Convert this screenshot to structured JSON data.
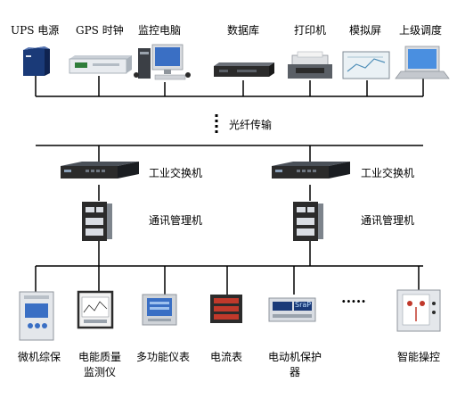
{
  "top_devices": [
    {
      "label": "UPS 电源"
    },
    {
      "label": "GPS 时钟"
    },
    {
      "label": "监控电脑"
    },
    {
      "label": "数据库"
    },
    {
      "label": "打印机"
    },
    {
      "label": "模拟屏"
    },
    {
      "label": "上级调度"
    }
  ],
  "transmission_label": "光纤传输",
  "switches": [
    {
      "label": "工业交换机"
    },
    {
      "label": "工业交换机"
    }
  ],
  "comm_managers": [
    {
      "label": "通讯管理机"
    },
    {
      "label": "通讯管理机"
    }
  ],
  "bottom_devices": [
    {
      "label_lines": [
        "微机综保"
      ]
    },
    {
      "label_lines": [
        "电能质量",
        "监测仪"
      ]
    },
    {
      "label_lines": [
        "多功能仪表"
      ]
    },
    {
      "label_lines": [
        "电流表"
      ]
    },
    {
      "label_lines": [
        "电动机保护",
        "器"
      ]
    },
    {
      "label_lines": [
        "智能操控"
      ]
    }
  ],
  "ellipsis": "·····",
  "meter_display_text": "SraP",
  "colors": {
    "line": "#000000",
    "device_blue": "#1a3a78",
    "device_dark": "#2b2b2b",
    "screen_blue": "#3a6fc4",
    "panel_light": "#d9dde3"
  }
}
